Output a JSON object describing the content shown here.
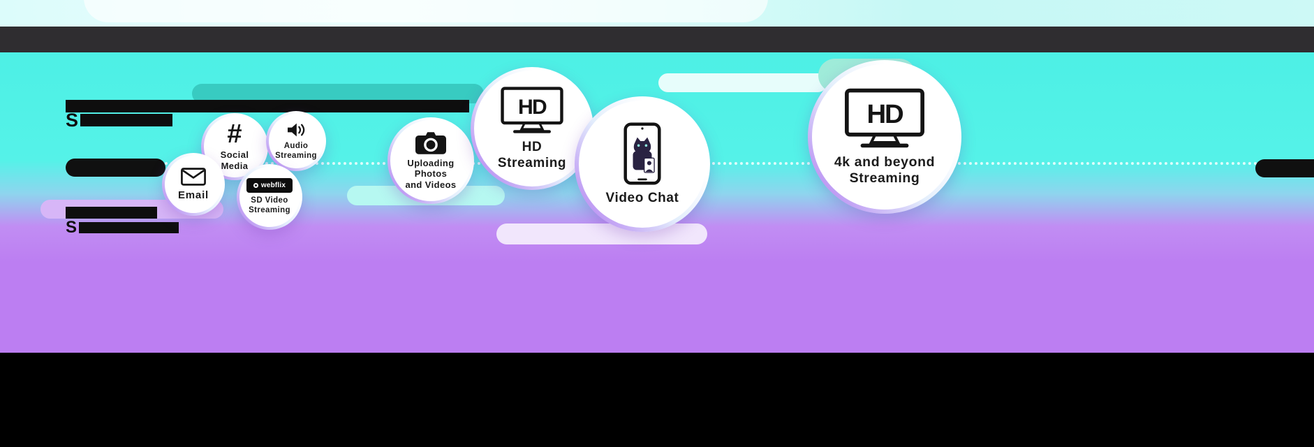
{
  "colors": {
    "cyan_background": "#4ff0e6",
    "purple_background": "#bc7ef2",
    "teal_pill": "#38cbc1",
    "mint_pill": "#9febd9",
    "light_cyan_pill": "#b6f8f1",
    "lavender_pill": "#d7b6f7",
    "top_band": "#d9fbfa",
    "navbar": "#2f2d30",
    "footer": "#000000",
    "ink": "#0e0e0e"
  },
  "headings": {
    "block1_prefix": "S",
    "block2_prefix": "S"
  },
  "bubbles": {
    "email": {
      "label": "Email"
    },
    "social": {
      "label": "Social\nMedia",
      "icon_char": "#"
    },
    "audio": {
      "label": "Audio\nStreaming"
    },
    "sd_video": {
      "label": "SD Video\nStreaming",
      "badge_text": "webflix"
    },
    "upload": {
      "label": "Uploading Photos\nand Videos"
    },
    "hd": {
      "label": "HD\nStreaming",
      "tv_text": "HD"
    },
    "video_chat": {
      "label": "Video Chat"
    },
    "fourk": {
      "label": "4k and beyond\nStreaming",
      "tv_text": "HD"
    }
  }
}
